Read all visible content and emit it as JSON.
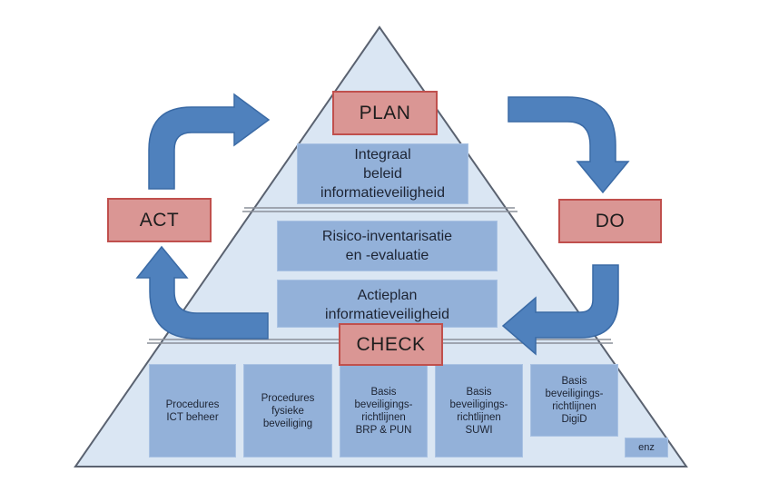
{
  "cycle": {
    "plan": "PLAN",
    "do": "DO",
    "check": "CHECK",
    "act": "ACT"
  },
  "pyramid": {
    "top": "Integraal\nbeleid\ninformatieveiligheid",
    "middle": [
      "Risico-inventarisatie\nen -evaluatie",
      "Actieplan\ninformatieveiligheid"
    ],
    "base": [
      "Procedures\nICT beheer",
      "Procedures\nfysieke\nbeveiliging",
      "Basis\nbeveiligings-\nrichtlijnen\nBRP & PUN",
      "Basis\nbeveiligings-\nrichtlijnen\nSUWI",
      "Basis\nbeveiligings-\nrichtlijnen\nDigiD"
    ],
    "extra": "enz"
  },
  "colors": {
    "pyramid_fill": "#dae6f3",
    "pyramid_outline": "#5a6270",
    "arrow_fill": "#4f81bd",
    "arrow_outline": "#3a6aa5",
    "box_fill": "#93b1d9",
    "label_fill": "#da9694",
    "label_outline": "#c0504d"
  }
}
